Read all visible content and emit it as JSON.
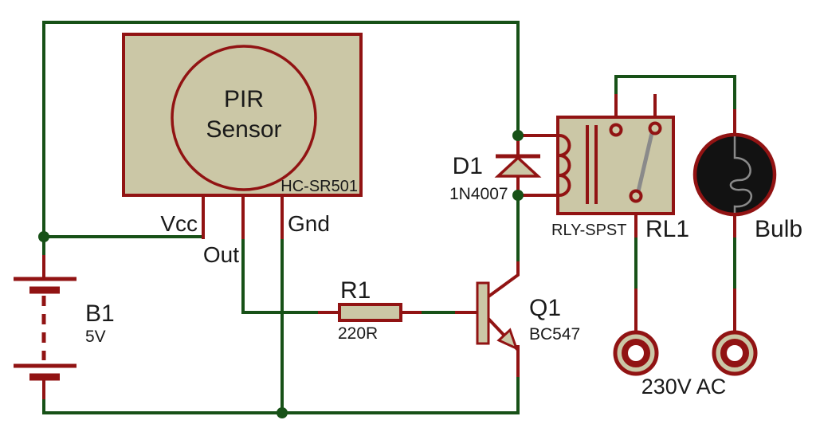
{
  "colors": {
    "wire_green": "#175117",
    "component_red": "#911313",
    "component_fill": "#cbc7a6",
    "bulb_fill": "#121212",
    "filament_gray": "#8a8a8a",
    "switch_arm_gray": "#8a8a8a",
    "terminal_inner": "#ffffff",
    "text": "#1a1a1a",
    "background": "#ffffff"
  },
  "components": {
    "pir": {
      "name_line1": "PIR",
      "name_line2": "Sensor",
      "part": "HC-SR501",
      "pins": {
        "vcc": "Vcc",
        "out": "Out",
        "gnd": "Gnd"
      }
    },
    "battery": {
      "ref": "B1",
      "value": "5V"
    },
    "resistor": {
      "ref": "R1",
      "value": "220R"
    },
    "transistor": {
      "ref": "Q1",
      "value": "BC547"
    },
    "diode": {
      "ref": "D1",
      "value": "1N4007"
    },
    "relay": {
      "part": "RLY-SPST",
      "ref": "RL1"
    },
    "bulb": {
      "label": "Bulb"
    },
    "ac_supply": {
      "label": "230V AC"
    }
  }
}
